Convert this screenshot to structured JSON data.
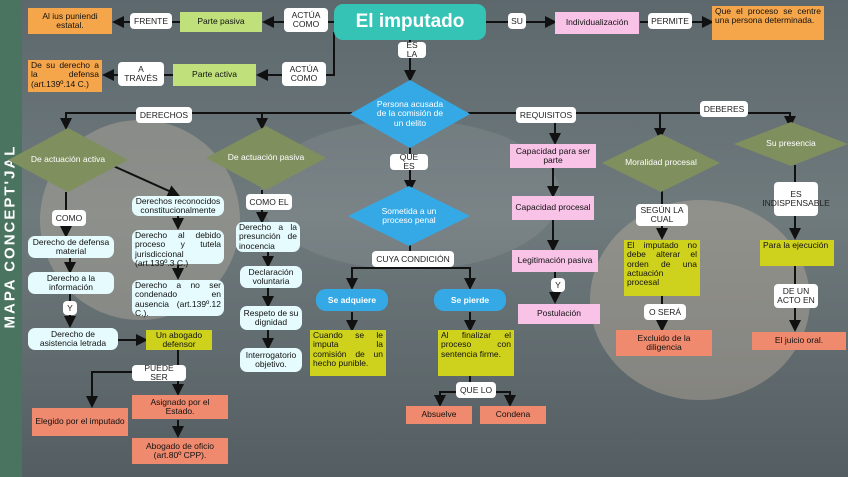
{
  "sidebar": {
    "title": "MAPA CONCEPT'JAL"
  },
  "center": {
    "title": "El imputado"
  },
  "top": {
    "actua_como_1": "ACTÚA COMO",
    "parte_pasiva": "Parte pasiva",
    "frente": "FRENTE",
    "ius_puniendi": "Al ius puniendi estatal.",
    "actua_como_2": "ACTÚA COMO",
    "parte_activa": "Parte activa",
    "a_traves": "A TRAVÉS",
    "derecho_defensa": "De su derecho a la defensa (art.139º.14 C.)",
    "su": "SU",
    "individualizacion": "Individualización",
    "permite": "PERMITE",
    "permite_text": "Que el proceso se centre una persona determinada.",
    "es_la": "ES LA"
  },
  "hub": {
    "persona": "Persona acusada de la comisión de un delito",
    "derechos": "DERECHOS",
    "requisitos": "REQUISITOS",
    "deberes": "DEBERES",
    "que_es": "QUE ES",
    "sometida": "Sometida a un proceso penal",
    "cuya_condicion": "CUYA CONDICIÓN",
    "se_adquiere": "Se adquiere",
    "se_pierde": "Se pierde",
    "cuando": "Cuando se le imputa la comisión de un hecho punible.",
    "al_finalizar": "Al finalizar el proceso con sentencia firme.",
    "que_lo": "QUE LO",
    "absuelve": "Absuelve",
    "condena": "Condena"
  },
  "activa": {
    "diamond": "De actuación activa",
    "como": "COMO",
    "defensa_material": "Derecho de defensa material",
    "informacion": "Derecho a la información",
    "y": "Y",
    "asistencia": "Derecho de asistencia letrada",
    "reconocidos": "Derechos reconocidos constitucionalmente",
    "debido_proceso": "Derecho al debido proceso y tutela jurisdiccional (art.139º.3 C.)",
    "no_condenado": "Derecho a no ser condenado en ausencia (art.139º.12 C.).",
    "abogado": "Un abogado defensor",
    "puede_ser": "PUEDE SER",
    "elegido": "Elegido por el imputado",
    "asignado": "Asignado por el Estado.",
    "oficio": "Abogado de oficio (art.80º CPP)."
  },
  "pasiva": {
    "diamond": "De actuación pasiva",
    "como_el": "COMO EL",
    "presuncion": "Derecho a la presunción de inocencia",
    "declaracion": "Declaración voluntaria",
    "dignidad": "Respeto de su dignidad",
    "interrogatorio": "Interrogatorio objetivo."
  },
  "requisitos": {
    "capacidad_parte": "Capacidad para ser parte",
    "capacidad_procesal": "Capacidad procesal",
    "legitimacion": "Legitimación pasiva",
    "y": "Y",
    "postulacion": "Postulación"
  },
  "deberes": {
    "moralidad": "Moralidad procesal",
    "segun_la_cual": "SEGÚN LA CUAL",
    "no_debe": "El imputado no debe alterar el orden de una actuación procesal",
    "o_sera": "O SERÁ",
    "excluido": "Excluido de la diligencia",
    "presencia": "Su presencia",
    "indispensable": "ES INDISPENSABLE",
    "para_ejecucion": "Para la ejecución",
    "de_un_acto": "DE UN ACTO EN",
    "juicio_oral": "El juicio oral."
  },
  "colors": {
    "teal": "#35c3b5",
    "blue": "#35a9e6",
    "olive": "#7f8f5e",
    "sidebar": "#4a7360"
  }
}
